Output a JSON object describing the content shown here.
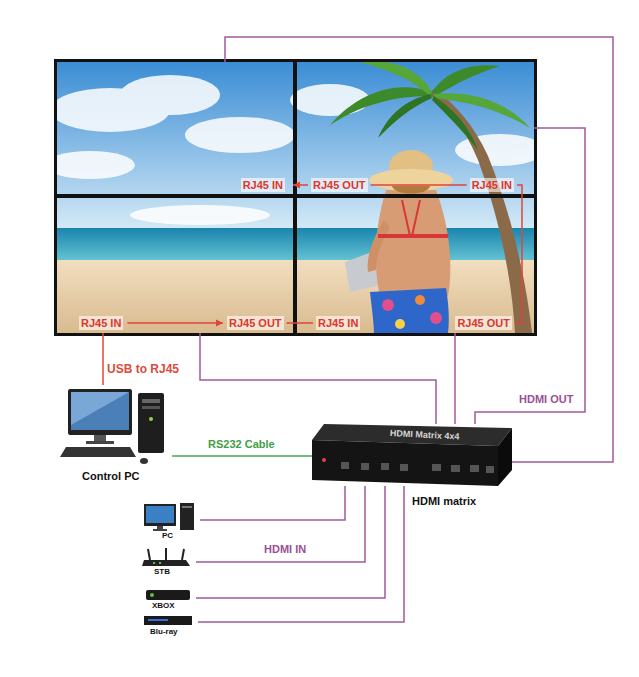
{
  "diagram": {
    "nodes": [
      {
        "text": [
          "RJ45 IN"
        ]
      },
      {
        "text": [
          "RJ45 OUT",
          "RJ45 IN"
        ]
      },
      {
        "text": [
          "RJ45 IN",
          "RJ45 OUT"
        ]
      },
      {
        "text": [
          "RJ45 IN",
          "RJ45 OUT"
        ]
      },
      {
        "text": [
          "Control PC"
        ]
      },
      {
        "text": [
          "HDMI Matrix 4x4",
          "HDMI matrix"
        ]
      },
      {
        "text": [
          "PC"
        ]
      },
      {
        "text": [
          "STB"
        ]
      },
      {
        "text": [
          "XBOX"
        ]
      },
      {
        "text": [
          "Blu-ray"
        ]
      }
    ],
    "edges": [
      {
        "from": 4,
        "to": 2,
        "arrow": "none",
        "label": "USB to RJ45"
      },
      {
        "from": 2,
        "to": 3,
        "arrow": "none"
      },
      {
        "from": 3,
        "to": 1,
        "arrow": "none"
      },
      {
        "from": 1,
        "to": 0,
        "arrow": "to"
      },
      {
        "from": 4,
        "to": 5,
        "arrow": "none",
        "label": "RS232 Cable"
      },
      {
        "from": 5,
        "to": 2,
        "arrow": "none"
      },
      {
        "from": 5,
        "to": 3,
        "arrow": "none"
      },
      {
        "from": 5,
        "to": 1,
        "arrow": "none"
      },
      {
        "from": 5,
        "to": 0,
        "arrow": "none"
      },
      {
        "from": 6,
        "to": 5,
        "arrow": "none"
      },
      {
        "from": 7,
        "to": 5,
        "arrow": "none"
      },
      {
        "from": 8,
        "to": 5,
        "arrow": "none"
      },
      {
        "from": 9,
        "to": 5,
        "arrow": "none"
      }
    ],
    "labels": [
      "HDMI OUT",
      "HDMI IN"
    ]
  }
}
